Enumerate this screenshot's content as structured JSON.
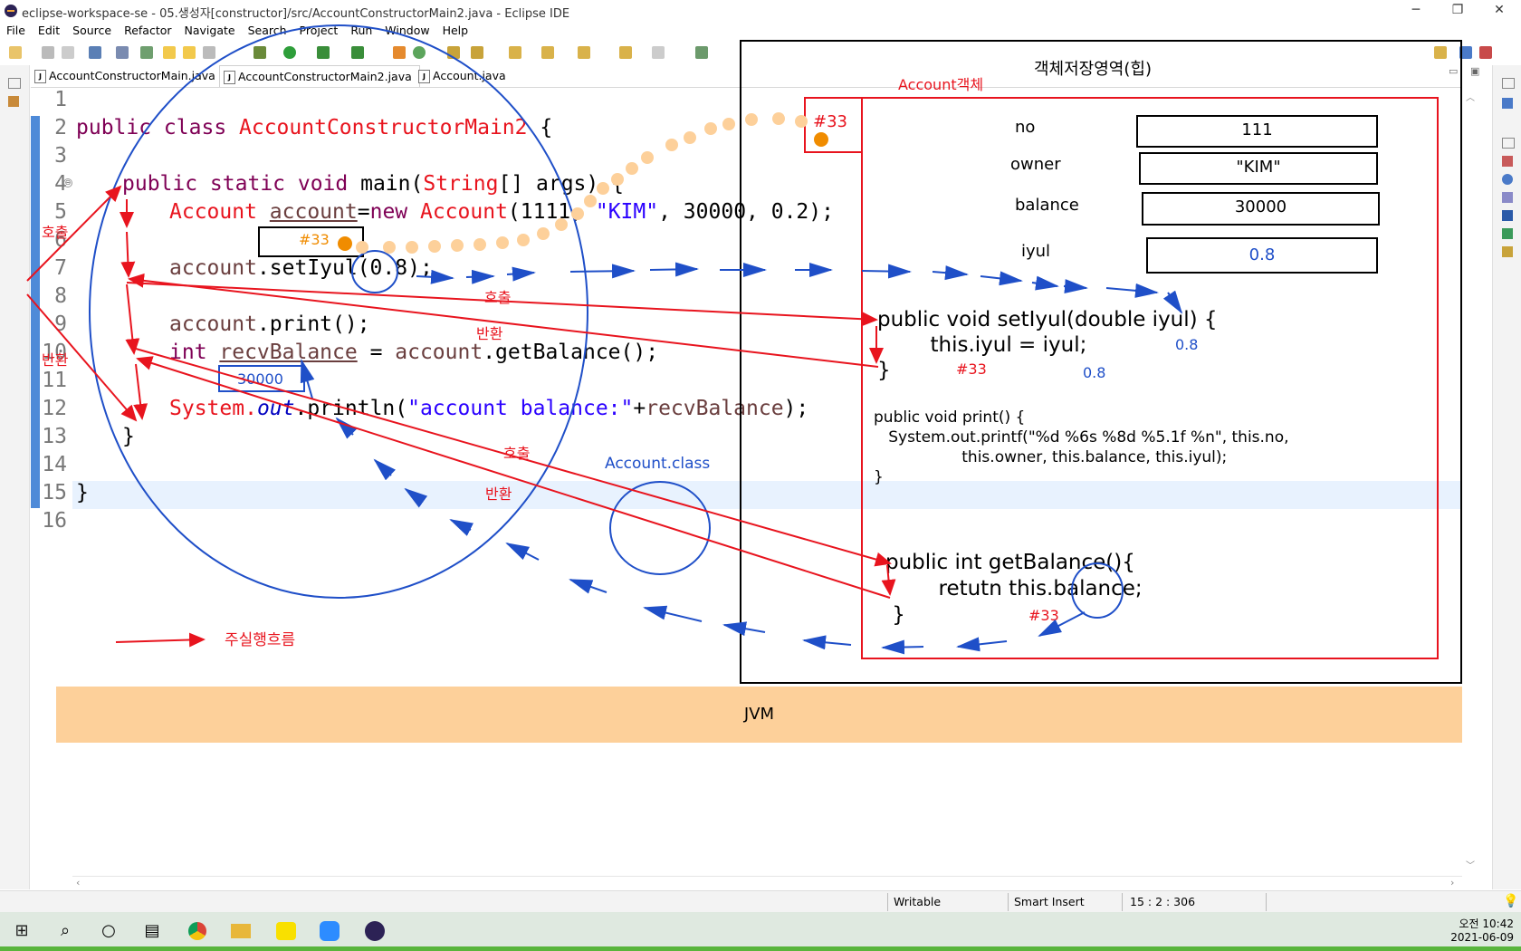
{
  "window": {
    "title": "eclipse-workspace-se - 05.생성자[constructor]/src/AccountConstructorMain2.java - Eclipse IDE",
    "controls": [
      "─",
      "❐",
      "✕"
    ]
  },
  "menu": [
    "File",
    "Edit",
    "Source",
    "Refactor",
    "Navigate",
    "Search",
    "Project",
    "Run",
    "Window",
    "Help"
  ],
  "tabs": [
    {
      "label": "AccountConstructorMain.java",
      "active": false
    },
    {
      "label": "AccountConstructorMain2.java",
      "active": true,
      "close": "✕"
    },
    {
      "label": "Account.java",
      "active": false
    }
  ],
  "editor": {
    "line_numbers": [
      "1",
      "2",
      "3",
      "4",
      "5",
      "6",
      "7",
      "8",
      "9",
      "10",
      "11",
      "12",
      "13",
      "14",
      "15",
      "16"
    ],
    "code": {
      "l2_kw": "public class ",
      "l2_name": "AccountConstructorMain2",
      "l2_brace": " {",
      "l4_kw": "public static void ",
      "l4_main": "main(",
      "l4_type": "String",
      "l4_rest": "[] args) {",
      "l5_type": "Account",
      "l5_var": "account",
      "l5_eq": "=",
      "l5_new": "new ",
      "l5_type2": "Account",
      "l5_a": "(1111, ",
      "l5_str": "\"KIM\"",
      "l5_b": ", 30000, 0.2);",
      "l7_var": "account",
      "l7_rest": ".setIyul(0.8);",
      "l9_var": "account",
      "l9_rest": ".print();",
      "l10_kw": "int ",
      "l10_var": "recvBalance",
      "l10_eq": " = ",
      "l10_var2": "account",
      "l10_rest": ".getBalance();",
      "l12_sys": "System.",
      "l12_out": "out",
      "l12_p": ".println(",
      "l12_str": "\"account balance:\"",
      "l12_plus": "+",
      "l12_var": "recvBalance",
      "l12_end": ");",
      "l13": "}",
      "l15": "}"
    }
  },
  "diagram": {
    "heap_title": "객체저장영역(힙)",
    "object_label": "Account객체",
    "ref_id": "#33",
    "ref_var_value": "#33",
    "recv_value": "30000",
    "fields": [
      {
        "name": "no",
        "value": "111"
      },
      {
        "name": "owner",
        "value": "\"KIM\""
      },
      {
        "name": "balance",
        "value": "30000"
      },
      {
        "name": "iyul",
        "value": "0.8"
      }
    ],
    "method_setIyul": [
      "public void setIyul(double iyul) {",
      "        this.iyul = iyul;",
      "}"
    ],
    "method_print": [
      "public void print() {",
      "   System.out.printf(\"%d %6s %8d %5.1f %n\", this.no,",
      "                  this.owner, this.balance, this.iyul);",
      "}"
    ],
    "method_getBalance": [
      "public int getBalance(){",
      "        retutn this.balance;",
      " }"
    ],
    "arg_value": "0.8",
    "arg_value2": "0.8",
    "ref_in_set": "#33",
    "ref_in_get": "#33",
    "labels": {
      "call1": "호출",
      "return1": "반환",
      "call2": "호출",
      "return2": "반환",
      "left_call": "호출",
      "left_return": "반환",
      "class_label": "Account.class",
      "legend": "주실행흐름"
    },
    "jvm_label": "JVM"
  },
  "status": {
    "writable": "Writable",
    "insert": "Smart Insert",
    "position": "15 : 2 : 306"
  },
  "taskbar": {
    "time": "오전 10:42",
    "date": "2021-06-09"
  }
}
